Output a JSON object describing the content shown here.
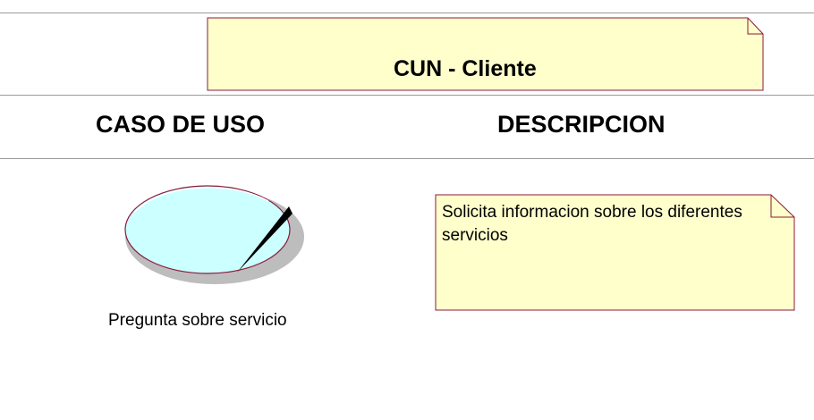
{
  "diagram": {
    "title_note": {
      "text": "CUN - Cliente"
    },
    "headers": {
      "use_case": "CASO DE USO",
      "description": "DESCRIPCION"
    },
    "use_case": {
      "label": "Pregunta sobre servicio"
    },
    "description_note": {
      "text": "Solicita informacion sobre los diferentes servicios"
    },
    "colors": {
      "note_fill": "#ffffcc",
      "note_border": "#8b1a3a",
      "ellipse_fill": "#ccffff",
      "ellipse_border": "#8b1a3a",
      "divider": "#9a9a9a"
    }
  }
}
